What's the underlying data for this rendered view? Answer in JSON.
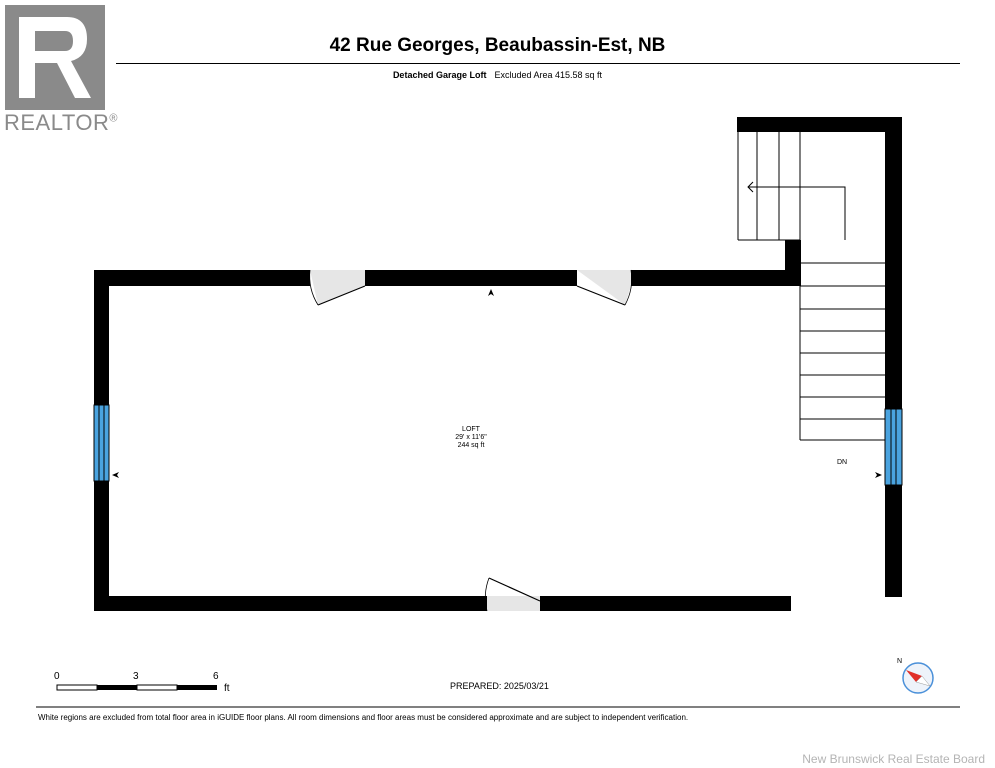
{
  "header": {
    "title": "42 Rue Georges, Beaubassin-Est, NB",
    "floor_name": "Detached Garage Loft",
    "excluded_area": "Excluded Area 415.58 sq ft"
  },
  "logo": {
    "text": "REALTOR",
    "mark": "®"
  },
  "room": {
    "name": "LOFT",
    "dimensions": "29' x 11'6\"",
    "area": "244 sq ft"
  },
  "stairs": {
    "label": "DN"
  },
  "scale_bar": {
    "labels": [
      "0",
      "3",
      "6"
    ],
    "unit": "ft"
  },
  "prepared": "PREPARED: 2025/03/21",
  "disclaimer": "White regions are excluded from total floor area in iGUIDE floor plans. All room dimensions and floor areas must be considered approximate and are subject to independent verification.",
  "watermark": "New Brunswick Real Estate Board",
  "compass": {
    "label": "N"
  },
  "colors": {
    "wall": "#000000",
    "window": "#4aa3df",
    "door_fill": "#e6e6e6",
    "compass_arrow": "#e0302a",
    "compass_ring": "#4a90d9",
    "logo": "#8a8a8a"
  }
}
